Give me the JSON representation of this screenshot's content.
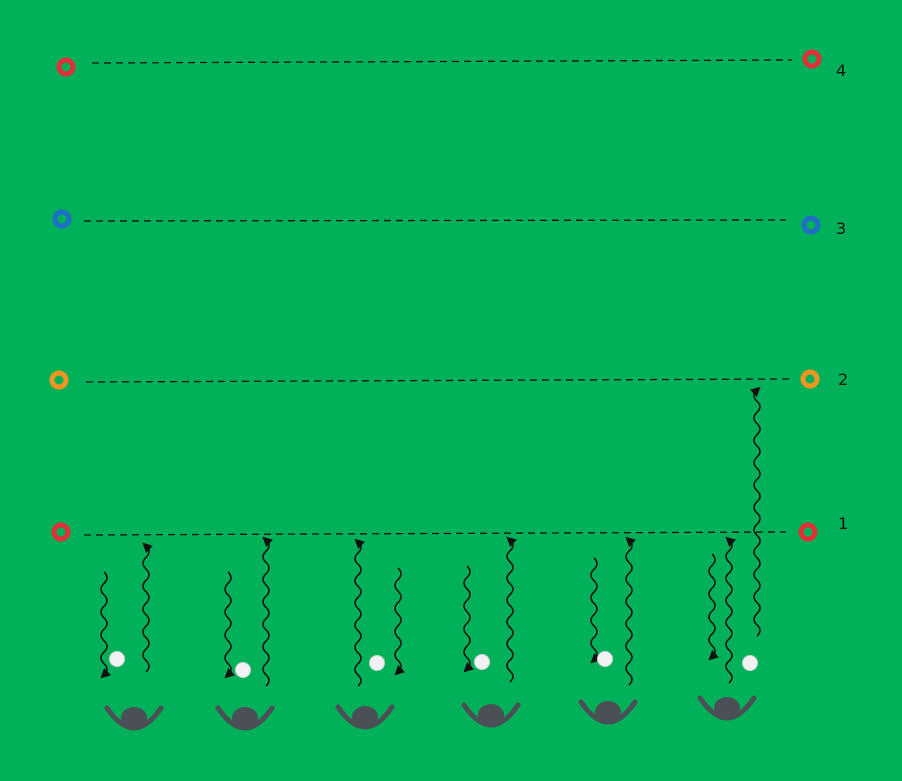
{
  "colors": {
    "pitch": "#00b15a",
    "red": "#e0313b",
    "blue": "#1f6fc6",
    "orange": "#f0951f",
    "player": "#4b4f56",
    "ball": "#f2f2f2",
    "ink": "#111111"
  },
  "lines": [
    {
      "label": "1",
      "cone_color": "red"
    },
    {
      "label": "2",
      "cone_color": "orange"
    },
    {
      "label": "3",
      "cone_color": "blue"
    },
    {
      "label": "4",
      "cone_color": "red"
    }
  ],
  "players": [
    {
      "runs_to": "1"
    },
    {
      "runs_to": "1"
    },
    {
      "runs_to": "1"
    },
    {
      "runs_to": "1"
    },
    {
      "runs_to": "1"
    },
    {
      "runs_to": "2"
    }
  ]
}
